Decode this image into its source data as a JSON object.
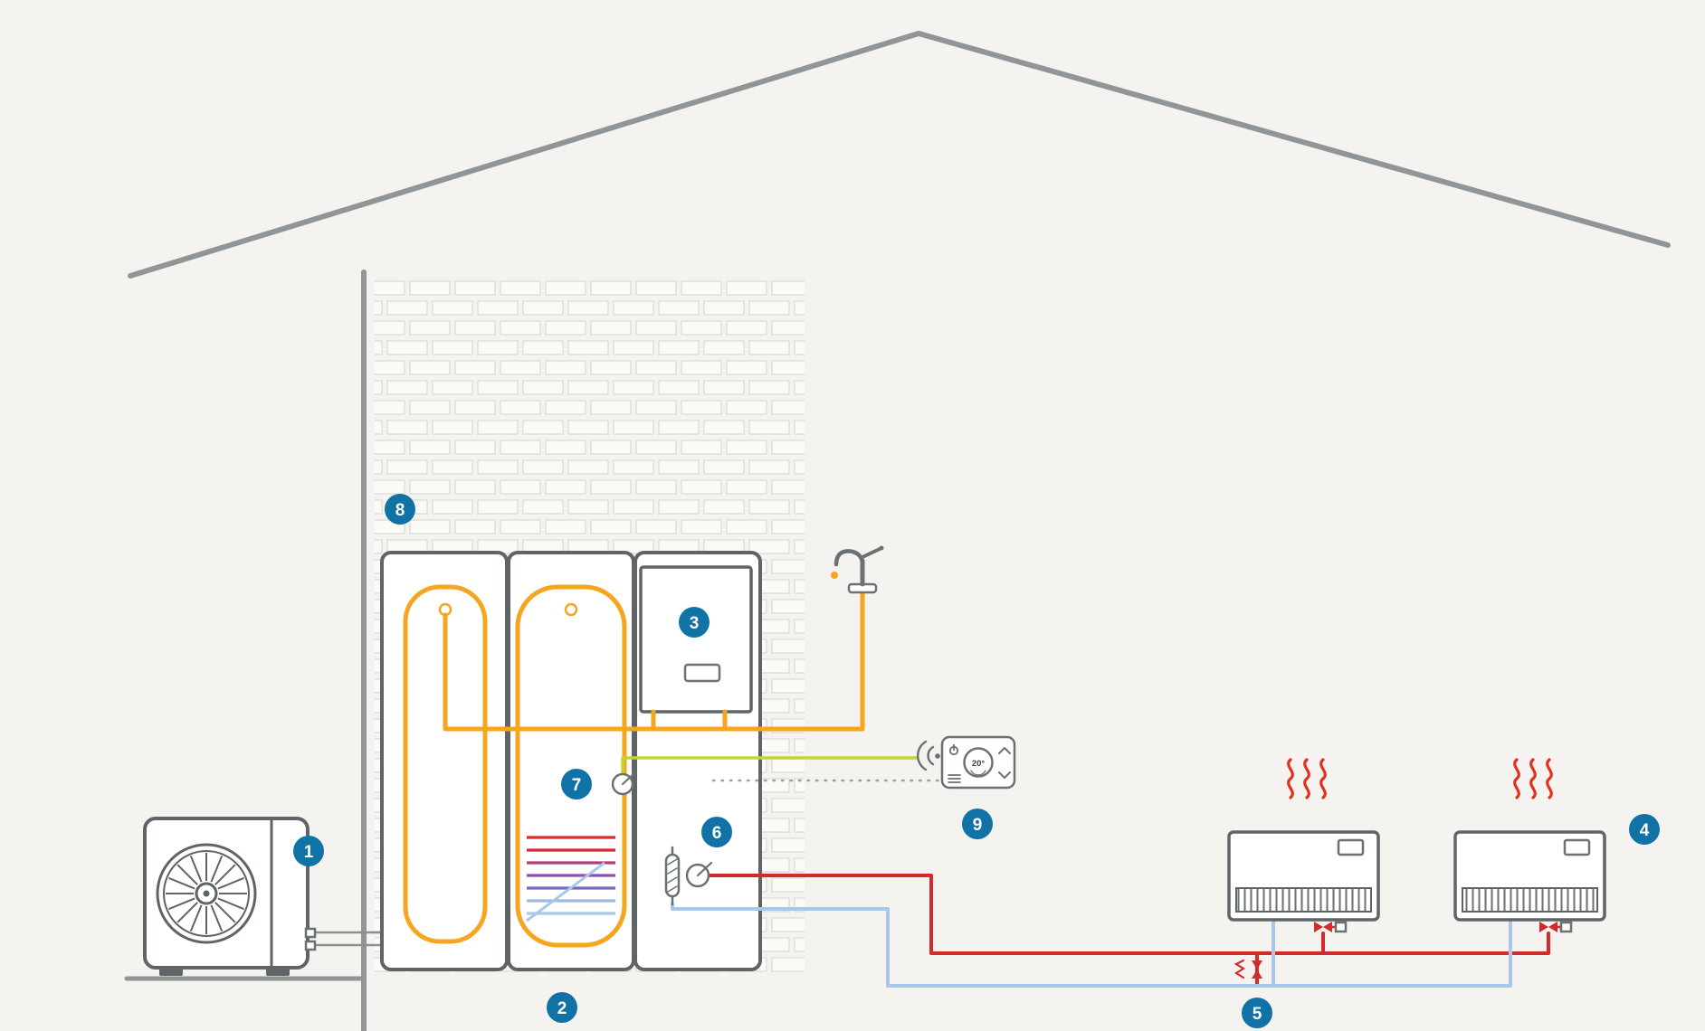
{
  "colors": {
    "background": "#f5f3ef",
    "accent": "#1172a5",
    "pipe_orange": "#f5a51e",
    "pipe_red": "#d22b2b",
    "pipe_blue": "#a9c7e8",
    "pipe_lime": "#c3d530",
    "outline": "#5f6467",
    "house": "#909698",
    "heat_wave": "#e0301e"
  },
  "hotspots": {
    "h1": "1",
    "h2": "2",
    "h3": "3",
    "h4": "4",
    "h5": "5",
    "h6": "6",
    "h7": "7",
    "h8": "8",
    "h9": "9"
  },
  "thermostat": {
    "display": "20°"
  },
  "icons": {
    "wifi": "wifi-signal-arcs",
    "power": "power-symbol",
    "menu": "menu-lines",
    "chevron_up": "chevron-up",
    "chevron_down": "chevron-down",
    "water_drop": "water-drop",
    "heat_waves": "heat-waves",
    "fan": "fan-blades"
  }
}
